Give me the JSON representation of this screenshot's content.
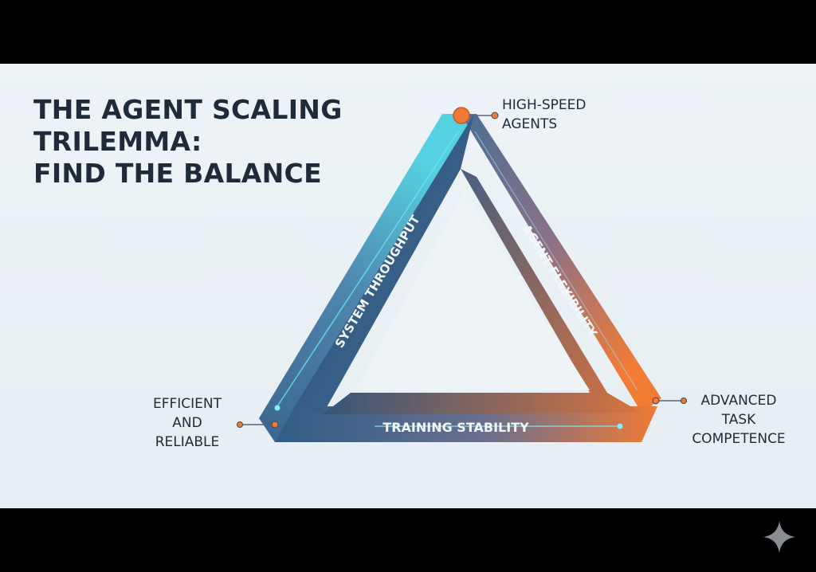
{
  "title": {
    "line1": "THE AGENT SCALING",
    "line2": "TRILEMMA:",
    "line3": "FIND THE BALANCE"
  },
  "vertices": {
    "top": {
      "line1": "HIGH-SPEED",
      "line2": "AGENTS"
    },
    "left": {
      "line1": "EFFICIENT",
      "line2": "AND",
      "line3": "RELIABLE"
    },
    "right": {
      "line1": "ADVANCED",
      "line2": "TASK",
      "line3": "COMPETENCE"
    }
  },
  "sides": {
    "left": "SYSTEM THROUGHPUT",
    "right": "AGENT FLEXIBILITY",
    "bottom": "TRAINING STABILITY"
  },
  "colors": {
    "background": "#e9f0f5",
    "title_text": "#1f2b3b",
    "blue": "#3b6f9c",
    "cyan": "#4fd8e8",
    "orange": "#f07a35"
  },
  "icons": [
    "sparkle-icon"
  ]
}
